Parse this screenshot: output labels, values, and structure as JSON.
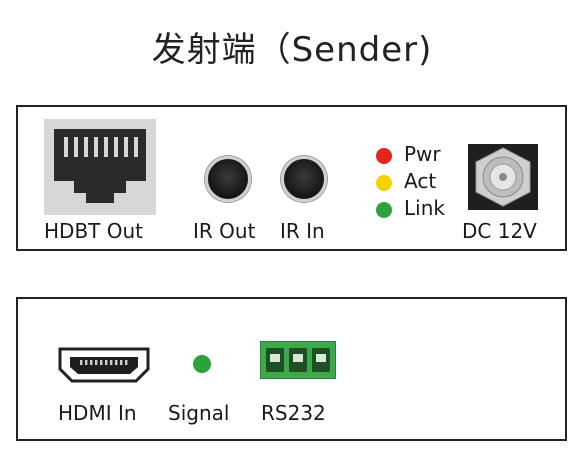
{
  "title": "发射端（Sender)",
  "top_panel": {
    "hdbt_label": "HDBT Out",
    "ir_out_label": "IR Out",
    "ir_in_label": "IR In",
    "leds": [
      {
        "label": "Pwr",
        "color": "#e5241b"
      },
      {
        "label": "Act",
        "color": "#f2d200"
      },
      {
        "label": "Link",
        "color": "#2aa33a"
      }
    ],
    "dc_label": "DC 12V"
  },
  "bottom_panel": {
    "hdmi_label": "HDMI In",
    "signal_label": "Signal",
    "signal_color": "#2aa33a",
    "rs232_label": "RS232"
  }
}
